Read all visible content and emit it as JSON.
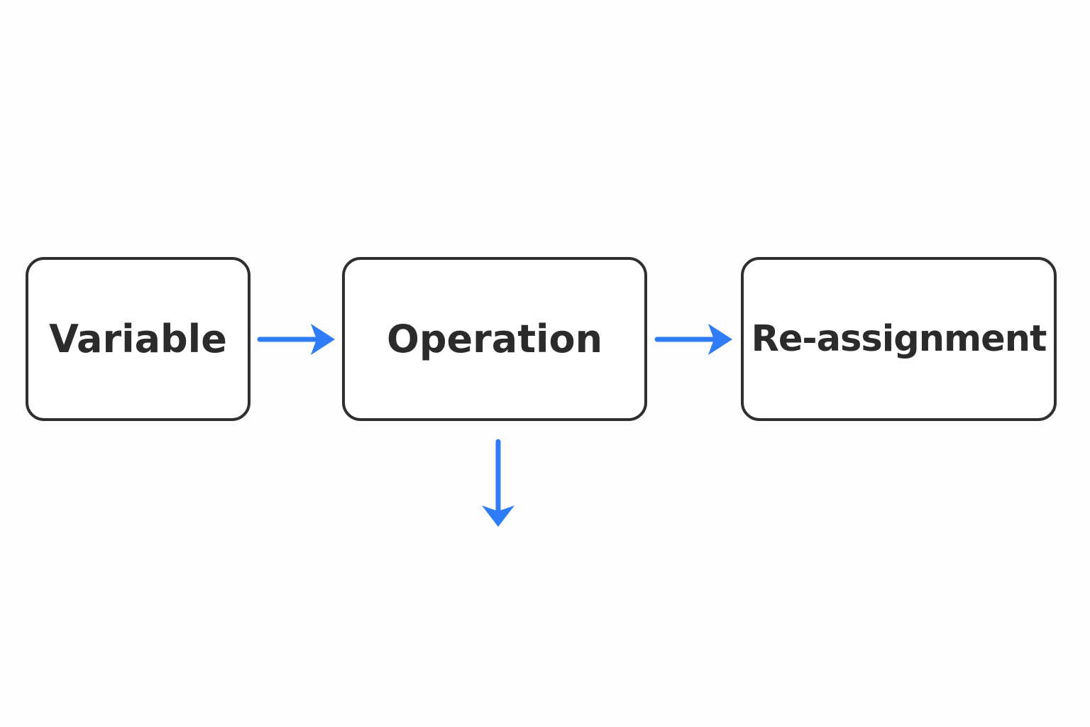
{
  "diagram": {
    "nodes": [
      {
        "id": "variable",
        "label": "Variable"
      },
      {
        "id": "operation",
        "label": "Operation"
      },
      {
        "id": "reassign",
        "label": "Re-assignment"
      }
    ],
    "edges": [
      {
        "from": "variable",
        "to": "operation"
      },
      {
        "from": "operation",
        "to": "reassign"
      },
      {
        "from": "operation",
        "to": ""
      }
    ]
  },
  "colors": {
    "arrow": "#2f7cf6",
    "node_border": "#2f2f2f",
    "text": "#2b2b2b",
    "background": "#fdfdfd"
  }
}
